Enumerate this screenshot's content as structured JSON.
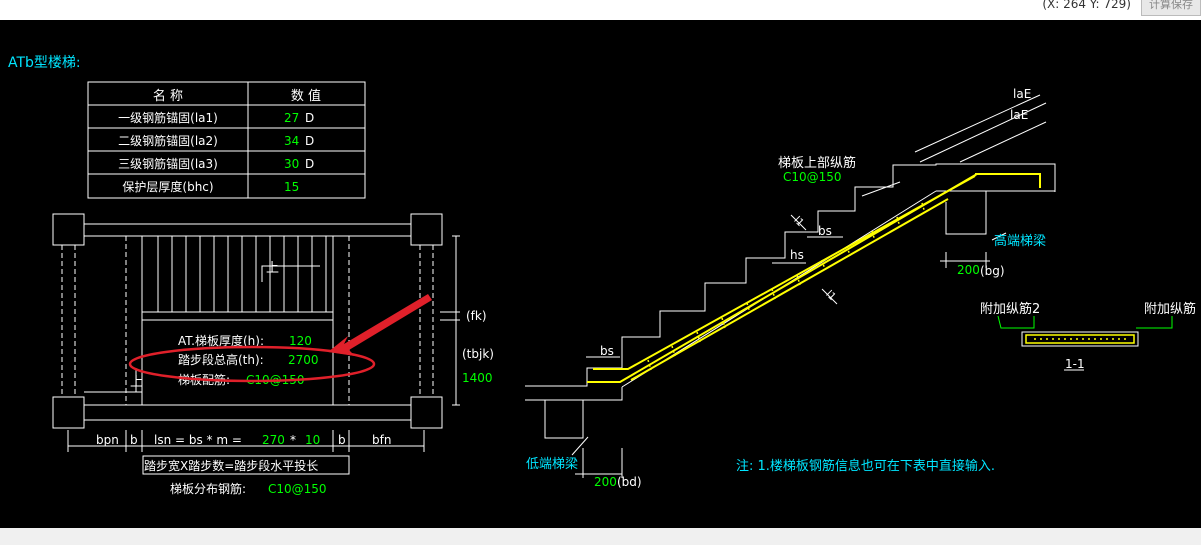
{
  "header": {
    "coords": "(X: 264 Y: 729)",
    "calc_button": "计算保存"
  },
  "title": "ATb型楼梯:",
  "table": {
    "col_name": "名  称",
    "col_value": "数  值",
    "rows": [
      {
        "name": "一级钢筋锚固(la1)",
        "value": "27",
        "unit": "D"
      },
      {
        "name": "二级钢筋锚固(la2)",
        "value": "34",
        "unit": "D"
      },
      {
        "name": "三级钢筋锚固(la3)",
        "value": "30",
        "unit": "D"
      },
      {
        "name": "保护层厚度(bhc)",
        "value": "15",
        "unit": ""
      }
    ]
  },
  "plan": {
    "up_label": "上",
    "up_label2": "上",
    "thickness_label": "AT.梯板厚度(h):",
    "thickness_value": "120",
    "height_label": "踏步段总高(th):",
    "height_value": "2700",
    "rebar_label": "梯板配筋:",
    "rebar_value": "C10@150",
    "fk": "(fk)",
    "tbjk": "(tbjk)",
    "tbjk_value": "1400",
    "bpn": "bpn",
    "b1": "b",
    "b2": "b",
    "bfn": "bfn",
    "formula_prefix": "lsn = bs * m = ",
    "formula_bs": "270",
    "formula_mul": "*",
    "formula_m": "10",
    "caption": "踏步宽X踏步数=踏步段水平投长",
    "distribution_label": "梯板分布钢筋:",
    "distribution_value": "C10@150"
  },
  "section": {
    "laE_outer": "laE",
    "laE_inner": "laE",
    "top_rebar_label": "梯板上部纵筋",
    "top_rebar_value": "C10@150",
    "bs_upper": "bs",
    "bs_lower": "bs",
    "hs": "hs",
    "l1": "l1",
    "l2": "l1",
    "high_beam": "高端梯梁",
    "high_beam_width": "200",
    "high_beam_unit": "(bg)",
    "low_beam": "低端梯梁",
    "low_beam_width": "200",
    "low_beam_unit": "(bd)",
    "extra_rebar_2": "附加纵筋2",
    "extra_rebar": "附加纵筋",
    "section_mark": "1-1",
    "note": "注: 1.楼梯板钢筋信息也可在下表中直接输入."
  },
  "colors": {
    "cyan": "#00e5ff",
    "green": "#00ff00",
    "yellow": "#ffff00",
    "white": "#ffffff",
    "red": "#e0202a"
  }
}
